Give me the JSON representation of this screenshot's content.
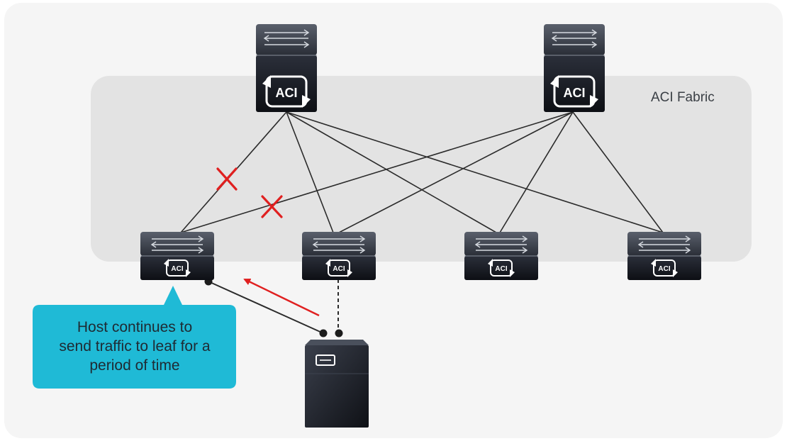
{
  "fabric": {
    "label": "ACI Fabric"
  },
  "switch_badge": "ACI",
  "spines": [
    {
      "id": "spine-1",
      "badge": "ACI"
    },
    {
      "id": "spine-2",
      "badge": "ACI"
    }
  ],
  "leaves": [
    {
      "id": "leaf-1",
      "badge": "ACI"
    },
    {
      "id": "leaf-2",
      "badge": "ACI"
    },
    {
      "id": "leaf-3",
      "badge": "ACI"
    },
    {
      "id": "leaf-4",
      "badge": "ACI"
    }
  ],
  "links": [
    {
      "spine": "spine-1",
      "leaf": "leaf-1",
      "failed": true
    },
    {
      "spine": "spine-1",
      "leaf": "leaf-2",
      "failed": false
    },
    {
      "spine": "spine-1",
      "leaf": "leaf-3",
      "failed": false
    },
    {
      "spine": "spine-1",
      "leaf": "leaf-4",
      "failed": false
    },
    {
      "spine": "spine-2",
      "leaf": "leaf-1",
      "failed": true
    },
    {
      "spine": "spine-2",
      "leaf": "leaf-2",
      "failed": false
    },
    {
      "spine": "spine-2",
      "leaf": "leaf-3",
      "failed": false
    },
    {
      "spine": "spine-2",
      "leaf": "leaf-4",
      "failed": false
    }
  ],
  "host_links": [
    {
      "leaf": "leaf-1",
      "style": "solid"
    },
    {
      "leaf": "leaf-2",
      "style": "dashed"
    }
  ],
  "callout": {
    "lines": [
      "Host continues to",
      "send traffic to leaf for a",
      "period of time"
    ]
  },
  "colors": {
    "fabric_bg": "#e3e3e3",
    "page_bg": "#f5f5f5",
    "device_dark": "#14161c",
    "link": "#2b2b2b",
    "failure_mark": "#e02020",
    "traffic_arrow": "#e02020",
    "callout_bg": "#1fbad6"
  }
}
